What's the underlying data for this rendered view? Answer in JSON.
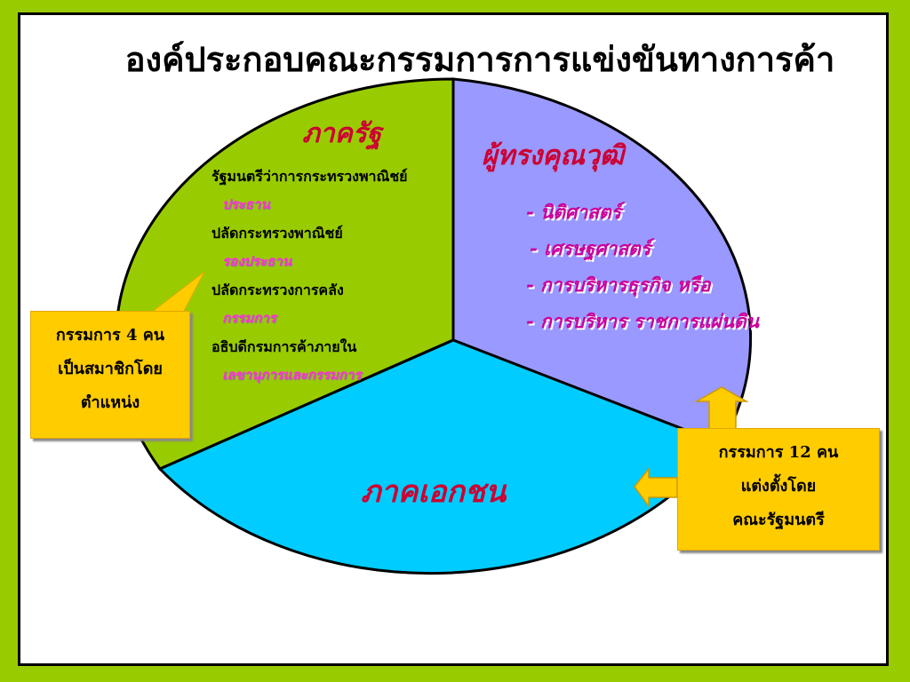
{
  "title": "องค์ประกอบคณะกรรมการการแข่งขันทางการค้า",
  "colors": {
    "background": "#99cc00",
    "government_sector": "#99cc00",
    "experts_sector": "#9999ff",
    "private_sector": "#00ccff",
    "callout": "#ffcc00",
    "heading_red": "#cc0033",
    "role_pink": "#ff33cc"
  },
  "government": {
    "title": "ภาครัฐ",
    "members": [
      {
        "name": "รัฐมนตรีว่าการกระทรวงพาณิชย์",
        "role": "ประธาน"
      },
      {
        "name": "ปลัดกระทรวงพาณิชย์",
        "role": "รองประธาน"
      },
      {
        "name": "ปลัดกระทรวงการคลัง",
        "role": "กรรมการ"
      },
      {
        "name": "อธิบดีกรมการค้าภายใน",
        "role": "เลขานุการและกรรมการ"
      }
    ]
  },
  "experts": {
    "title": "ผู้ทรงคุณวุฒิ",
    "items": [
      "- นิติศาสตร์",
      "- เศรษฐศาสตร์",
      "- การบริหารธุรกิจ หรือ",
      "- การบริหาร ราชการแผ่นดิน"
    ]
  },
  "private": {
    "title": "ภาคเอกชน"
  },
  "callout_left": {
    "lines": [
      "กรรมการ 4 คน",
      "เป็นสมาชิกโดย",
      "ตำแหน่ง"
    ]
  },
  "callout_right": {
    "lines": [
      "กรรมการ 12 คน",
      "แต่งตั้งโดย",
      "คณะรัฐมนตรี"
    ]
  }
}
